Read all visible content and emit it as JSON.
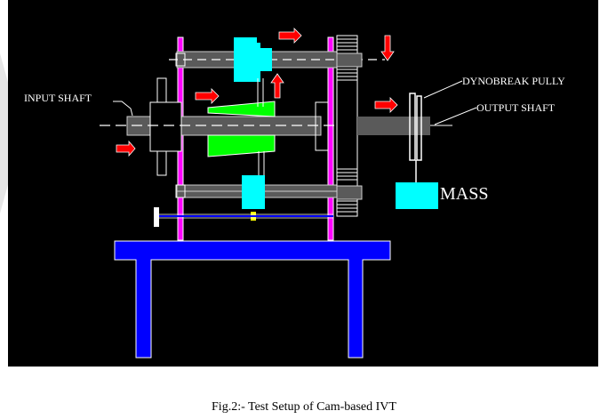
{
  "figure": {
    "labels": {
      "input_shaft": "INPUT SHAFT",
      "dynobreak_pully": "DYNOBREAK PULLY",
      "output_shaft": "OUTPUT SHAFT",
      "mass": "MASS"
    },
    "caption": "Fig.2:-  Test Setup of Cam-based IVT"
  },
  "colors": {
    "background": "#000000",
    "shaft": "#5a5a5a",
    "frame_plate": "#ff00ff",
    "cam_follower": "#00ffff",
    "cone_cam": "#00ff00",
    "arrow": "#ff0000",
    "table": "#0000ff",
    "key": "#ffff00",
    "outline": "#ffffff"
  }
}
